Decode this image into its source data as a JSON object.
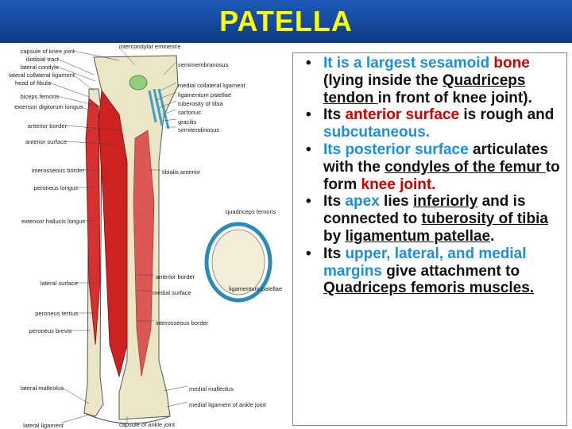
{
  "slide": {
    "title": "PATELLA",
    "colors": {
      "title_bar": "#0d3a85",
      "title_text": "#ffff00",
      "highlight_blue": "#1e90d8",
      "highlight_red": "#cc0000",
      "muscle": "#cc2222",
      "bone": "#ede6c6",
      "cartilage": "#8fd07a"
    }
  },
  "figure": {
    "labels_left": [
      "capsule of knee joint",
      "iliotibial tract",
      "lateral condyle",
      "lateral collateral ligament",
      "head of fibula",
      "biceps femoris",
      "extensor digitorum longus",
      "anterior border",
      "anterior surface",
      "interosseous border",
      "peroneus longus",
      "extensor hallucis longus",
      "lateral surface",
      "peroneus tertius",
      "peroneus brevis",
      "lateral malleolus",
      "lateral ligament"
    ],
    "labels_right": [
      "intercondylar eminence",
      "semimembranosus",
      "medial collateral ligament",
      "ligamentum patellae",
      "tuberosity of tibia",
      "sartorius",
      "gracilis",
      "semitendinosus",
      "tibialis anterior",
      "quadriceps femoris",
      "anterior border",
      "medial surface",
      "ligamentum patellae",
      "interosseous border",
      "medial malleolus",
      "medial ligament of ankle joint",
      "capsule of ankle joint"
    ]
  },
  "bullets": [
    {
      "parts": [
        {
          "text": "It is a largest sesamoid ",
          "style": "blue"
        },
        {
          "text": "bone",
          "style": "red"
        },
        {
          "text": " (lying inside the ",
          "style": ""
        },
        {
          "text": "Quadriceps tendon ",
          "style": "ul"
        },
        {
          "text": "in front of knee joint).",
          "style": ""
        }
      ]
    },
    {
      "parts": [
        {
          "text": "Its ",
          "style": ""
        },
        {
          "text": "anterior surface",
          "style": "red"
        },
        {
          "text": " is rough and ",
          "style": ""
        },
        {
          "text": "subcutaneous.",
          "style": "blue"
        }
      ]
    },
    {
      "parts": [
        {
          "text": "Its posterior surface",
          "style": "blue"
        },
        {
          "text": " articulates with the ",
          "style": ""
        },
        {
          "text": "condyles of the femur ",
          "style": "ul"
        },
        {
          "text": "to form ",
          "style": ""
        },
        {
          "text": "knee joint.",
          "style": "red"
        }
      ]
    },
    {
      "parts": [
        {
          "text": "Its ",
          "style": ""
        },
        {
          "text": "apex",
          "style": "blue"
        },
        {
          "text": " lies ",
          "style": ""
        },
        {
          "text": "inferiorly",
          "style": "ul"
        },
        {
          "text": " and is connected to ",
          "style": ""
        },
        {
          "text": "tuberosity of tibia ",
          "style": "ul"
        },
        {
          "text": "by ",
          "style": ""
        },
        {
          "text": "ligamentum patellae",
          "style": "ul"
        },
        {
          "text": ".",
          "style": ""
        }
      ]
    },
    {
      "parts": [
        {
          "text": "Its ",
          "style": ""
        },
        {
          "text": "upper, lateral, and medial margins",
          "style": "blue"
        },
        {
          "text": " give attachment to ",
          "style": ""
        },
        {
          "text": "Quadriceps femoris muscles.",
          "style": "ul"
        }
      ]
    }
  ]
}
